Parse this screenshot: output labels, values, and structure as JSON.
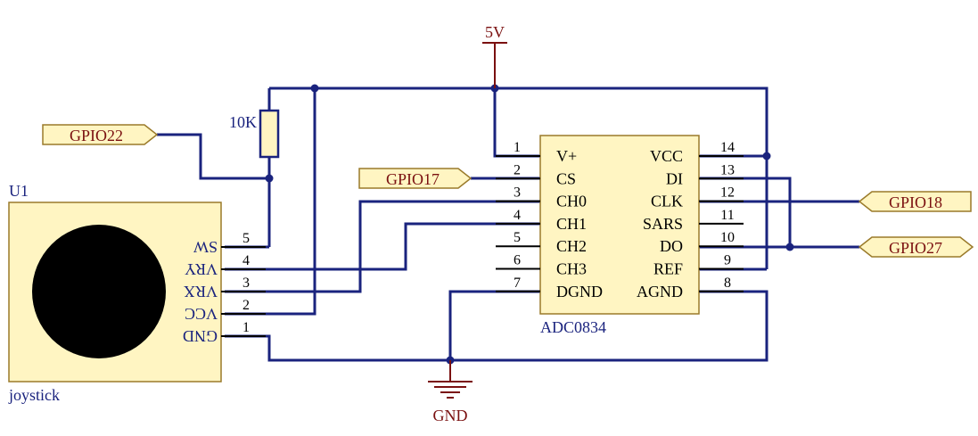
{
  "power": {
    "vcc_label": "5V",
    "gnd_label": "GND"
  },
  "resistor": {
    "label": "10K"
  },
  "joystick": {
    "designator": "U1",
    "name": "joystick",
    "pins": [
      {
        "num": "5",
        "name": "SW"
      },
      {
        "num": "4",
        "name": "VRY"
      },
      {
        "num": "3",
        "name": "VRX"
      },
      {
        "num": "2",
        "name": "VCC"
      },
      {
        "num": "1",
        "name": "GND"
      }
    ]
  },
  "adc": {
    "name": "ADC0834",
    "left_pins": [
      {
        "num": "1",
        "name": "V+"
      },
      {
        "num": "2",
        "name": "CS"
      },
      {
        "num": "3",
        "name": "CH0"
      },
      {
        "num": "4",
        "name": "CH1"
      },
      {
        "num": "5",
        "name": "CH2"
      },
      {
        "num": "6",
        "name": "CH3"
      },
      {
        "num": "7",
        "name": "DGND"
      }
    ],
    "right_pins": [
      {
        "num": "14",
        "name": "VCC"
      },
      {
        "num": "13",
        "name": "DI"
      },
      {
        "num": "12",
        "name": "CLK"
      },
      {
        "num": "11",
        "name": "SARS"
      },
      {
        "num": "10",
        "name": "DO"
      },
      {
        "num": "9",
        "name": "REF"
      },
      {
        "num": "8",
        "name": "AGND"
      }
    ]
  },
  "tags": {
    "gpio22": "GPIO22",
    "gpio17": "GPIO17",
    "gpio18": "GPIO18",
    "gpio27": "GPIO27"
  },
  "colors": {
    "wire": "#1a237e",
    "component_fill": "#fff5c2",
    "component_stroke": "#9a7a2a",
    "power": "#7a1010"
  }
}
